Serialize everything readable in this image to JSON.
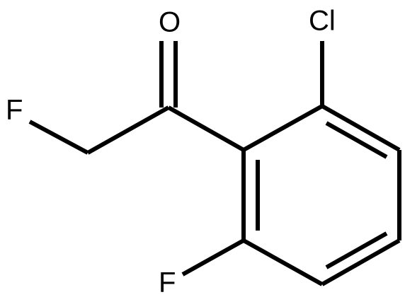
{
  "atoms": {
    "carbonyl_oxygen": "O",
    "chlorine": "Cl",
    "alpha_fluorine": "F",
    "ring_fluorine": "F"
  },
  "colors": {
    "bond": "#000000",
    "label": "#000000",
    "background": "#ffffff"
  }
}
